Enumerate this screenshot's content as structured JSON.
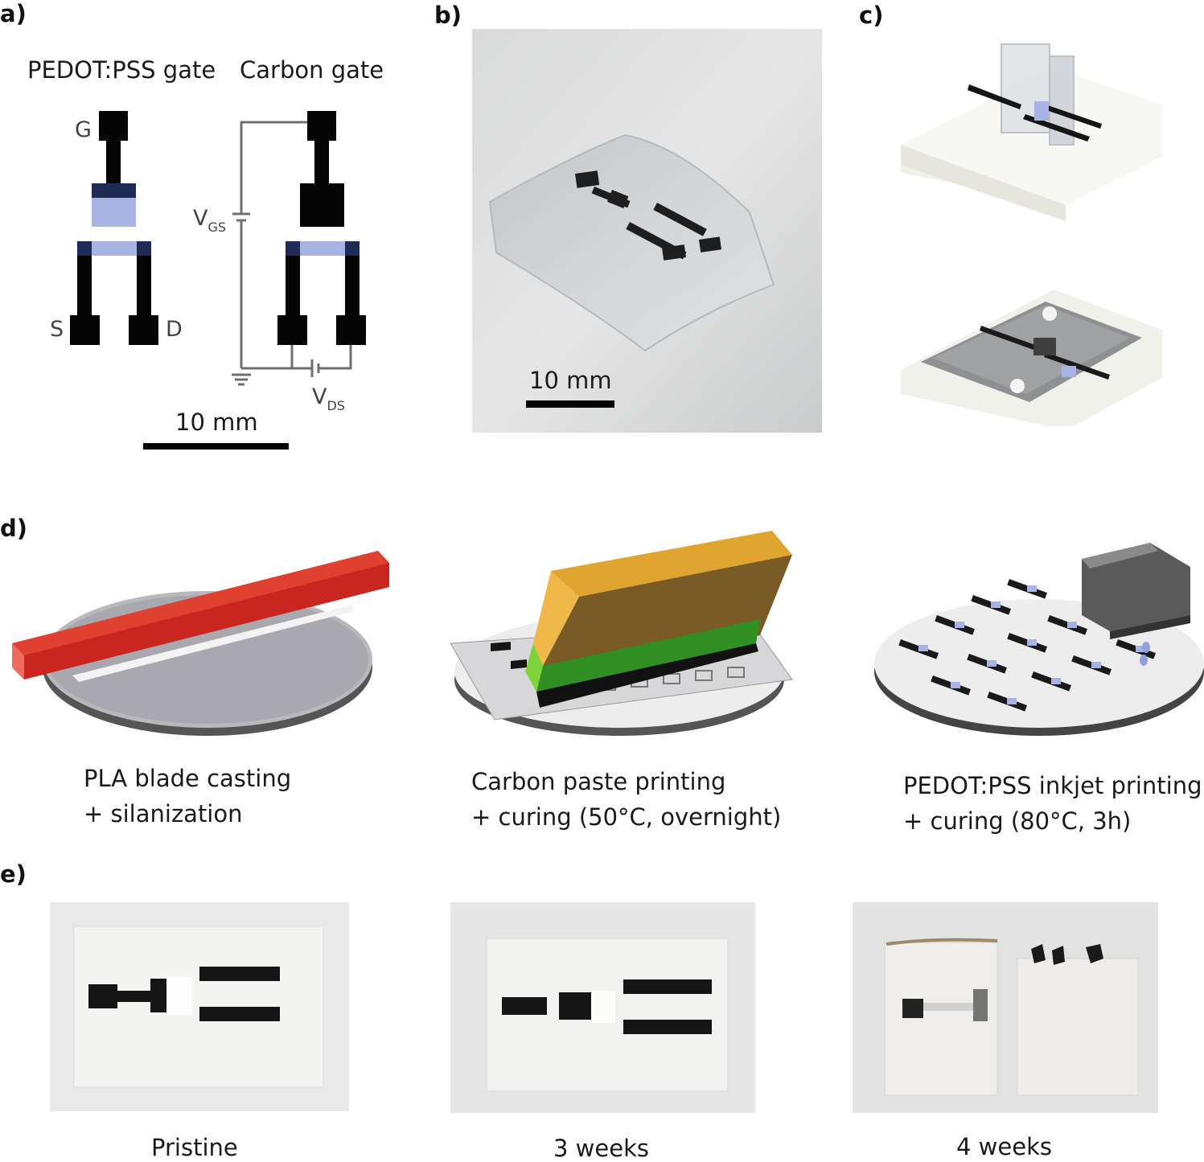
{
  "panels": {
    "a": {
      "label": "a)",
      "pedot_title": "PEDOT:PSS gate",
      "carbon_title": "Carbon gate",
      "terminal_g": "G",
      "terminal_s": "S",
      "terminal_d": "D",
      "vgs_main": "V",
      "vgs_sub": "GS",
      "vds_main": "V",
      "vds_sub": "DS",
      "scale_label": "10 mm"
    },
    "b": {
      "label": "b)",
      "scale_label": "10 mm"
    },
    "c": {
      "label": "c)"
    },
    "d": {
      "label": "d)",
      "steps": [
        {
          "line1": "PLA blade casting",
          "line2": "+ silanization"
        },
        {
          "line1": "Carbon paste printing",
          "line2": "+ curing (50°C, overnight)"
        },
        {
          "line1": "PEDOT:PSS inkjet printing",
          "line2": "+ curing (80°C, 3h)"
        }
      ]
    },
    "e": {
      "label": "e)",
      "photos": [
        {
          "caption": "Pristine"
        },
        {
          "caption": "3 weeks"
        },
        {
          "caption": "4 weeks"
        }
      ]
    }
  },
  "colors": {
    "electrode": "#050505",
    "pedot_dark": "#1f2a55",
    "pedot_light": "#a9b3e3",
    "wire": "#6f6f6f",
    "blade_red": "#c8261f",
    "squeegee_gold": "#e0a531",
    "squeegee_green": "#2f8f22",
    "printhead": "#5a5a5a"
  }
}
